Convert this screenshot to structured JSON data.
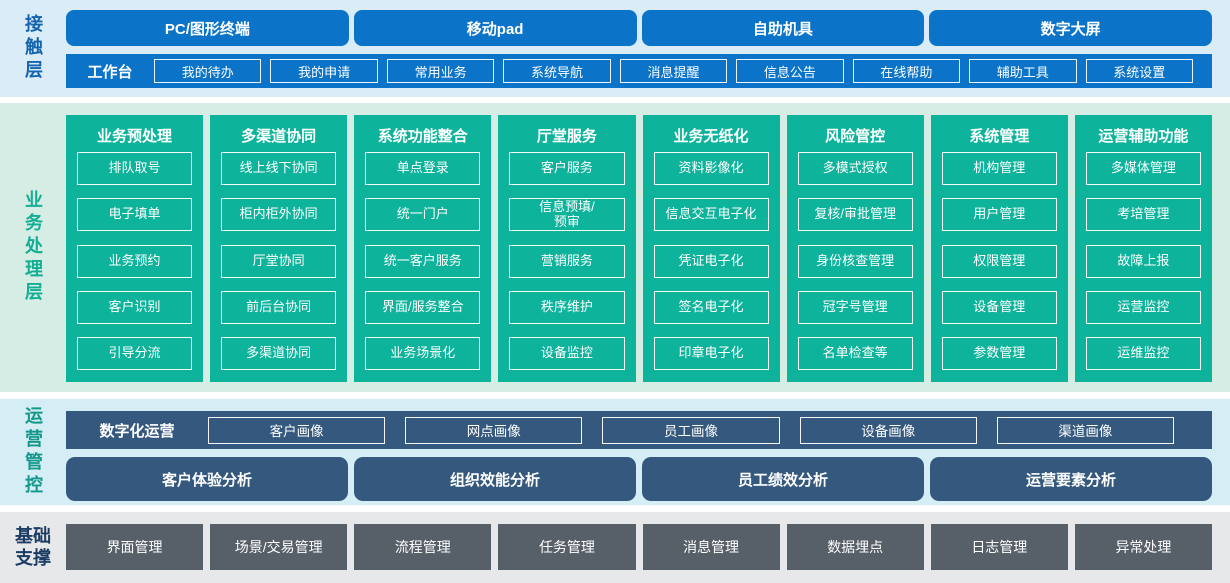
{
  "layers": {
    "contact": {
      "label": "接触层",
      "terminals": [
        "PC/图形终端",
        "移动pad",
        "自助机具",
        "数字大屏"
      ],
      "workbench": {
        "label": "工作台",
        "items": [
          "我的待办",
          "我的申请",
          "常用业务",
          "系统导航",
          "消息提醒",
          "信息公告",
          "在线帮助",
          "辅助工具",
          "系统设置"
        ]
      }
    },
    "business": {
      "label": "业务处理层",
      "columns": [
        {
          "title": "业务预处理",
          "items": [
            "排队取号",
            "电子填单",
            "业务预约",
            "客户识别",
            "引导分流"
          ]
        },
        {
          "title": "多渠道协同",
          "items": [
            "线上线下协同",
            "柜内柜外协同",
            "厅堂协同",
            "前后台协同",
            "多渠道协同"
          ]
        },
        {
          "title": "系统功能整合",
          "items": [
            "单点登录",
            "统一门户",
            "统一客户服务",
            "界面/服务整合",
            "业务场景化"
          ]
        },
        {
          "title": "厅堂服务",
          "items": [
            "客户服务",
            "信息预填/\n预审",
            "营销服务",
            "秩序维护",
            "设备监控"
          ]
        },
        {
          "title": "业务无纸化",
          "items": [
            "资料影像化",
            "信息交互电子化",
            "凭证电子化",
            "签名电子化",
            "印章电子化"
          ]
        },
        {
          "title": "风险管控",
          "items": [
            "多模式授权",
            "复核/审批管理",
            "身份核查管理",
            "冠字号管理",
            "名单检查等"
          ]
        },
        {
          "title": "系统管理",
          "items": [
            "机构管理",
            "用户管理",
            "权限管理",
            "设备管理",
            "参数管理"
          ]
        },
        {
          "title": "运营辅助功能",
          "items": [
            "多媒体管理",
            "考培管理",
            "故障上报",
            "运营监控",
            "运维监控"
          ]
        }
      ]
    },
    "operations": {
      "label": "运营管控",
      "digital": {
        "label": "数字化运营",
        "items": [
          "客户画像",
          "网点画像",
          "员工画像",
          "设备画像",
          "渠道画像"
        ]
      },
      "analysis": [
        "客户体验分析",
        "组织效能分析",
        "员工绩效分析",
        "运营要素分析"
      ]
    },
    "foundation": {
      "label": "基础\n支撑",
      "items": [
        "界面管理",
        "场景/交易管理",
        "流程管理",
        "任务管理",
        "消息管理",
        "数据埋点",
        "日志管理",
        "异常处理"
      ]
    }
  },
  "colors": {
    "blue": "#0b74c9",
    "teal": "#0db39a",
    "slate_blue": "#35597e",
    "slate_gray": "#575f68",
    "band_blue": "#d9ecf8",
    "band_green": "#d5ede4",
    "band_cyan": "#d5edf5",
    "band_gray": "#e7e8ea",
    "label_blue": "#1464ae",
    "label_teal": "#13ae94",
    "label_ops": "#15988a",
    "label_navy": "#1c3c64"
  }
}
